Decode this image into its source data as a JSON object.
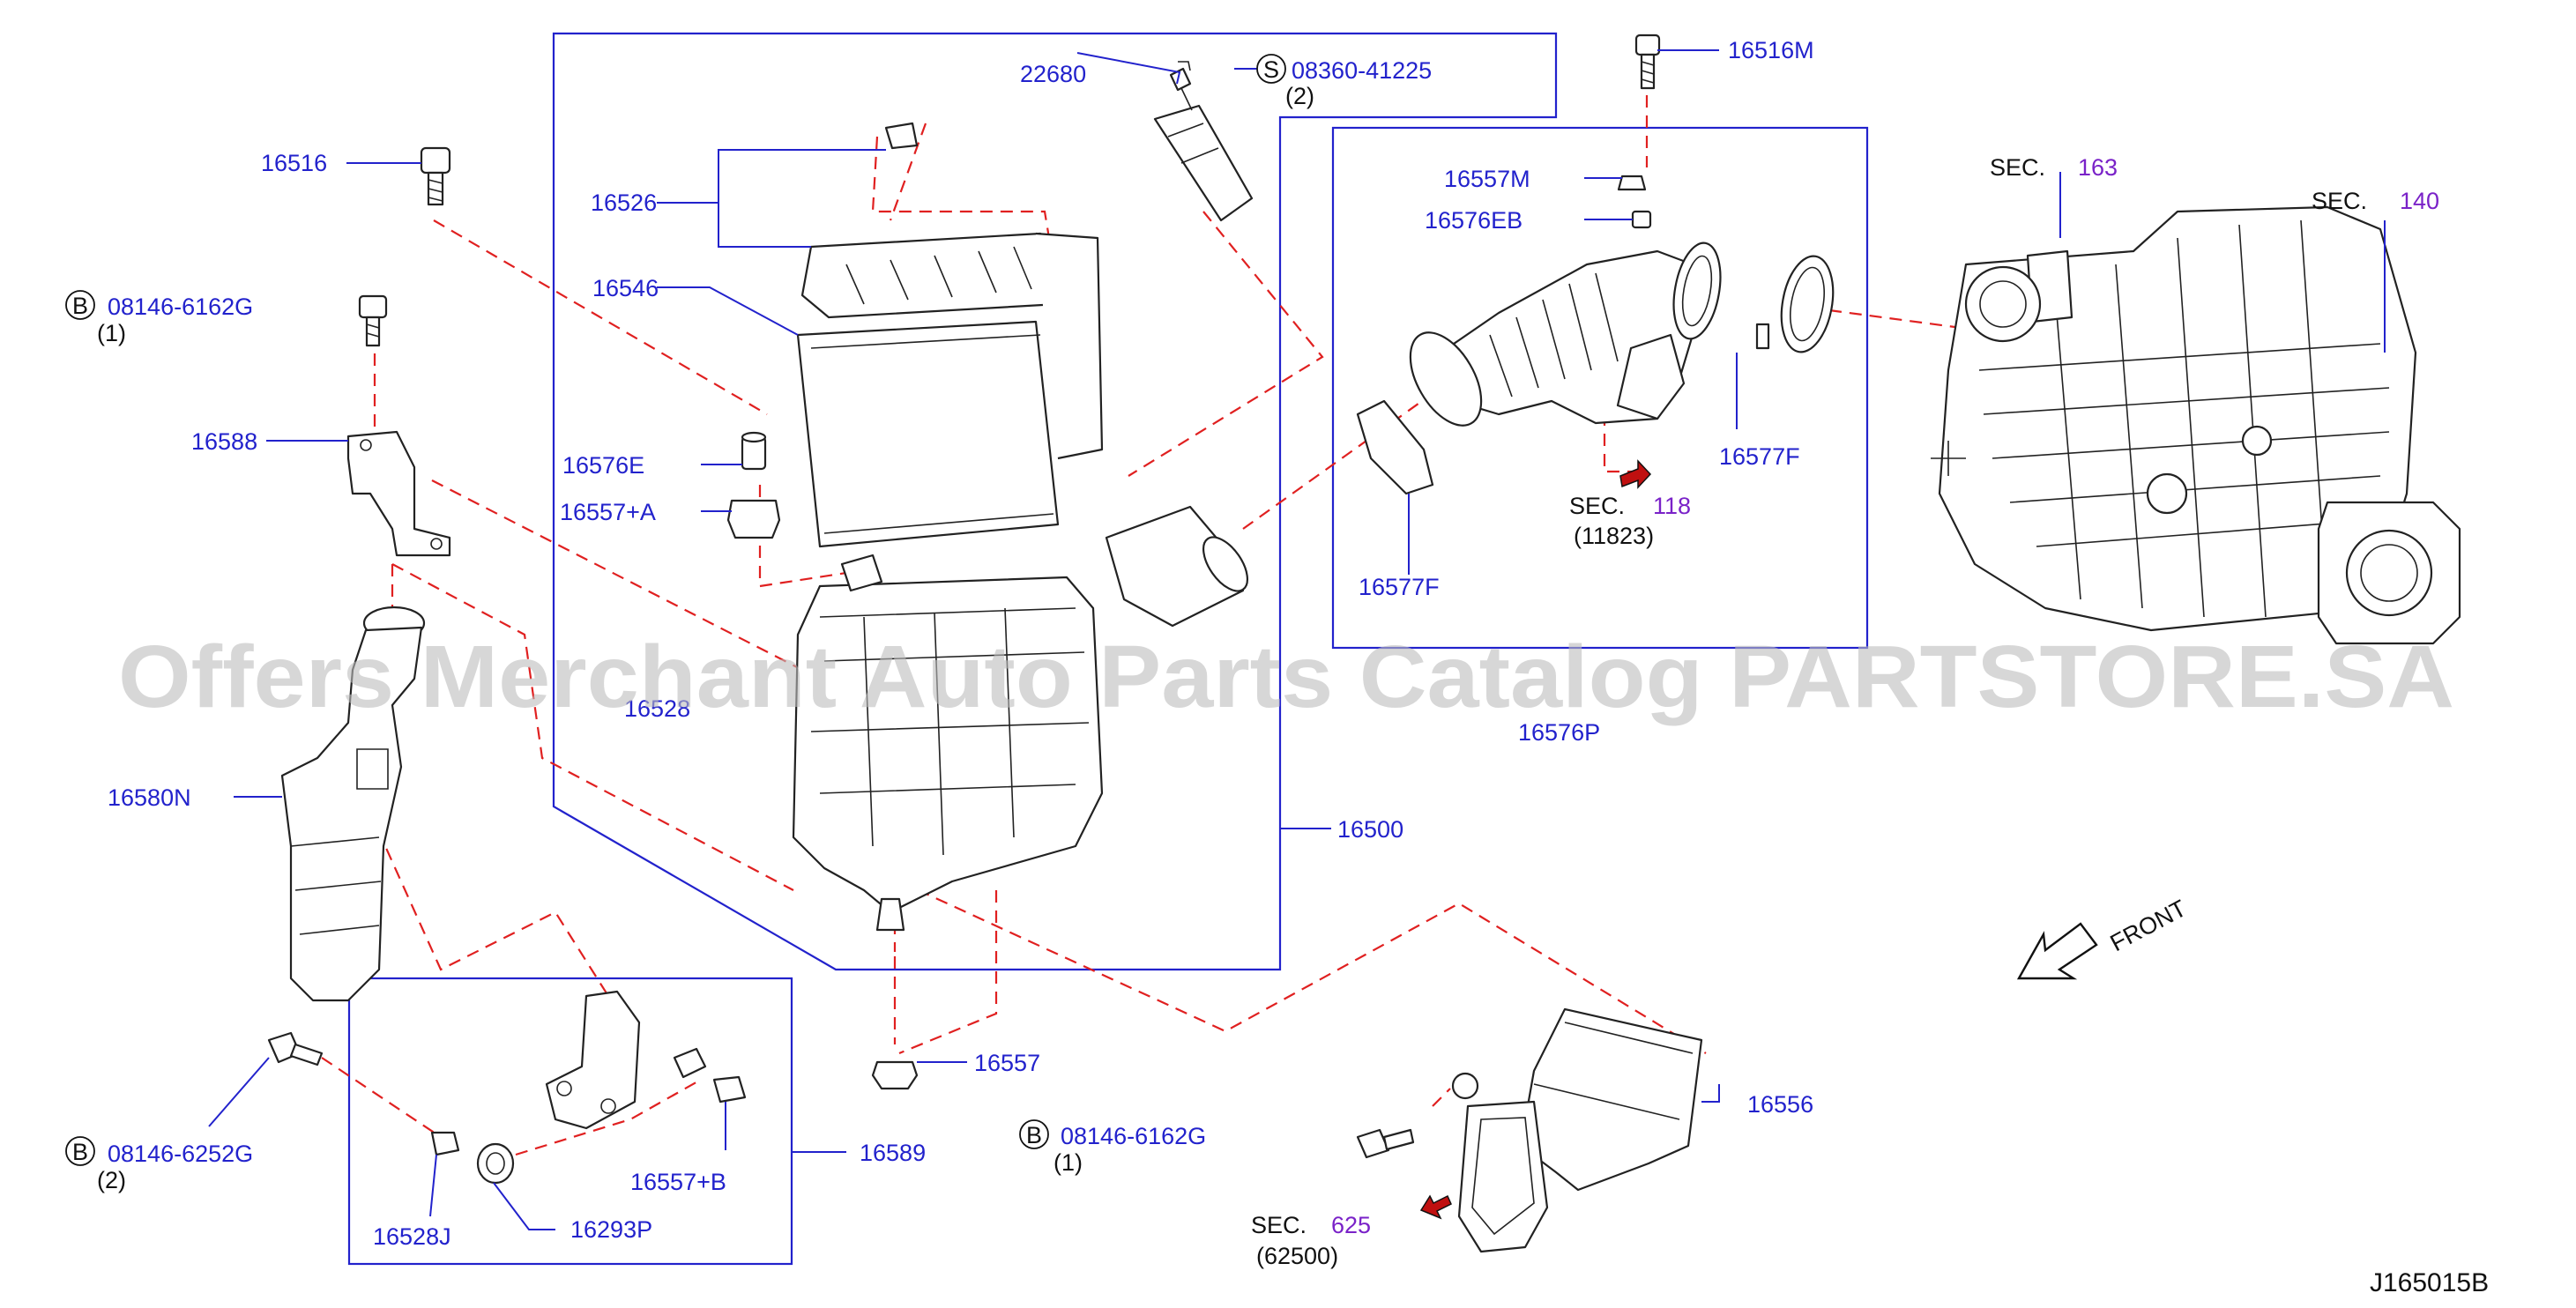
{
  "watermark": "Offers Merchant Auto Parts Catalog PARTSTORE.SA",
  "diagram_code": "J165015B",
  "front_label": "FRONT",
  "badges": {
    "bolt": "B",
    "screw": "S"
  },
  "labels": {
    "p22680": "22680",
    "p08360": "08360-41225",
    "p08360_qty": "(2)",
    "p16516M": "16516M",
    "p16516": "16516",
    "p16526": "16526",
    "p16546": "16546",
    "p08146a": "08146-6162G",
    "p08146a_qty": "(1)",
    "p16588": "16588",
    "p16576E": "16576E",
    "p16557A": "16557+A",
    "p16528": "16528",
    "p16580N": "16580N",
    "p16500": "16500",
    "p16557M": "16557M",
    "p16576EB": "16576EB",
    "p16577F_a": "16577F",
    "p16577F_b": "16577F",
    "p16576P": "16576P",
    "p16557": "16557",
    "p16556": "16556",
    "p08146c": "08146-6252G",
    "p08146c_qty": "(2)",
    "p16589": "16589",
    "p16557B": "16557+B",
    "p16528J": "16528J",
    "p16293P": "16293P",
    "p08146b": "08146-6162G",
    "p08146b_qty": "(1)"
  },
  "sections": {
    "sec163": {
      "prefix": "SEC.",
      "number": "163"
    },
    "sec140": {
      "prefix": "SEC.",
      "number": "140"
    },
    "sec118": {
      "prefix": "SEC.",
      "number": "118",
      "ref": "(11823)"
    },
    "sec625": {
      "prefix": "SEC.",
      "number": "625",
      "ref": "(62500)"
    }
  }
}
